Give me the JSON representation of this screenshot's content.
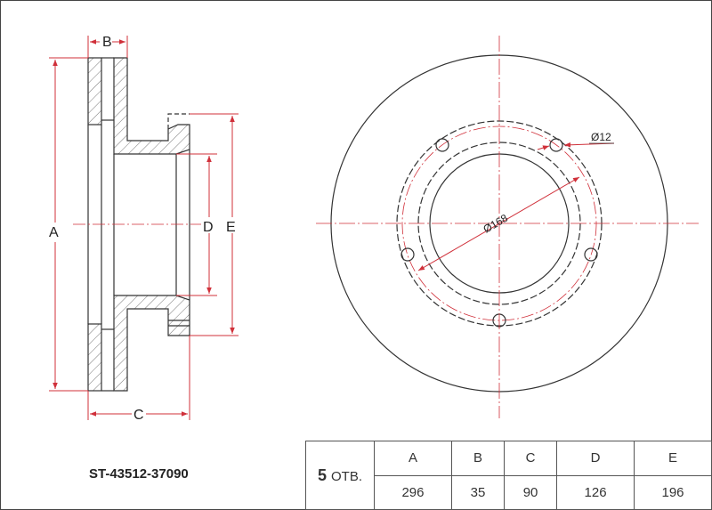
{
  "part_number": "ST-43512-37090",
  "labels": {
    "A": "A",
    "B": "B",
    "C": "C",
    "D": "D",
    "E": "E",
    "bolt_circle": "Ø168",
    "hole_dia": "Ø12"
  },
  "table": {
    "holes_count": "5",
    "holes_unit": "ОТВ.",
    "headers": [
      "A",
      "B",
      "C",
      "D",
      "E"
    ],
    "values": [
      "296",
      "35",
      "90",
      "126",
      "196"
    ]
  },
  "colors": {
    "line": "#333333",
    "dimension": "#d0303a"
  }
}
